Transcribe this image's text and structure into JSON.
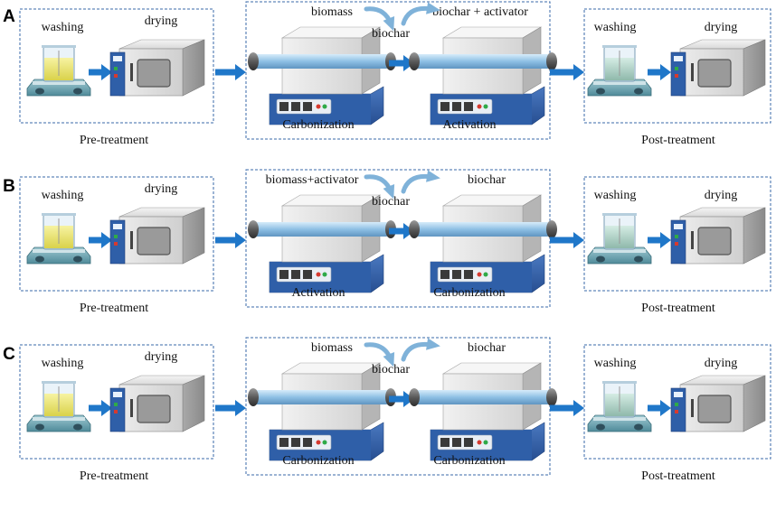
{
  "colors": {
    "box_border": "#3a6aa8",
    "arrow": "#1f77c9",
    "curved_arrow": "#7fb2d9",
    "oven_blue": "#2f5fa8",
    "furnace_tube": "#9fc6e6"
  },
  "rows": [
    {
      "id": "A",
      "pre": {
        "washing": "washing",
        "drying": "drying",
        "label": "Pre-treatment"
      },
      "middle": {
        "left_input": "biomass",
        "intermediate": "biochar",
        "right_output": "biochar + activator",
        "left_label": "Carbonization",
        "right_label": "Activation"
      },
      "post": {
        "washing": "washing",
        "drying": "drying",
        "label": "Post-treatment"
      }
    },
    {
      "id": "B",
      "pre": {
        "washing": "washing",
        "drying": "drying",
        "label": "Pre-treatment"
      },
      "middle": {
        "left_input": "biomass+activator",
        "intermediate": "biochar",
        "right_output": "biochar",
        "left_label": "Activation",
        "right_label": "Carbonization"
      },
      "post": {
        "washing": "washing",
        "drying": "drying",
        "label": "Post-treatment"
      }
    },
    {
      "id": "C",
      "pre": {
        "washing": "washing",
        "drying": "drying",
        "label": "Pre-treatment"
      },
      "middle": {
        "left_input": "biomass",
        "intermediate": "biochar",
        "right_output": "biochar",
        "left_label": "Carbonization",
        "right_label": "Carbonization"
      },
      "post": {
        "washing": "washing",
        "drying": "drying",
        "label": "Post-treatment"
      }
    }
  ]
}
